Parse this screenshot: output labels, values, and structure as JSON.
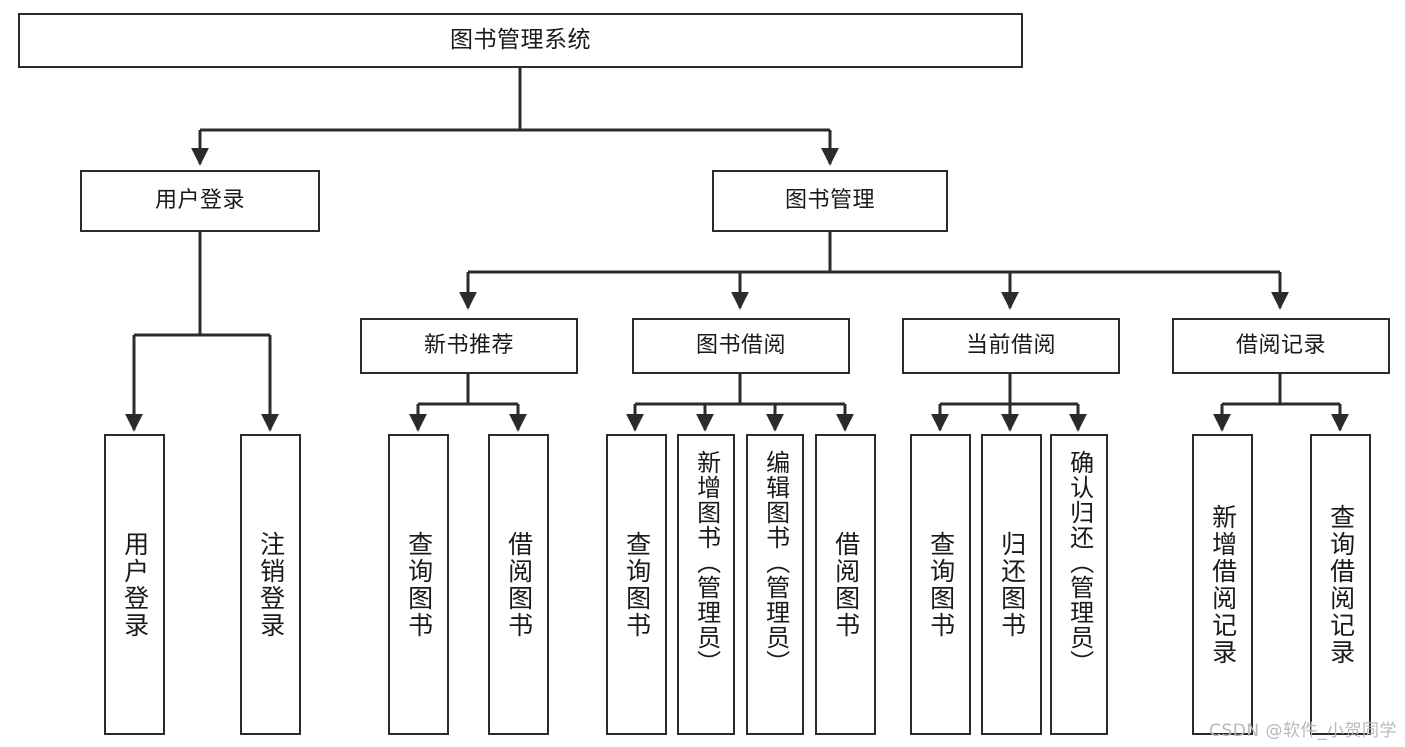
{
  "diagram": {
    "title": "图书管理系统",
    "type": "functional-structure-tree",
    "background": "#ffffff",
    "line_color": "#2b2b2b",
    "box_fill": "#ffffff",
    "box_border": "#2b2b2b",
    "watermark": "CSDN @软件_小贺同学"
  },
  "nodes": {
    "root": {
      "label": "图书管理系统"
    },
    "level2": [
      {
        "id": "user-login",
        "label": "用户登录"
      },
      {
        "id": "book-manage",
        "label": "图书管理"
      }
    ],
    "level3": [
      {
        "id": "new-book-recommend",
        "label": "新书推荐"
      },
      {
        "id": "book-borrow",
        "label": "图书借阅"
      },
      {
        "id": "current-borrow",
        "label": "当前借阅"
      },
      {
        "id": "borrow-record",
        "label": "借阅记录"
      }
    ],
    "leaves": {
      "user-login": [
        {
          "id": "leaf-user-login",
          "label": "用户登录"
        },
        {
          "id": "leaf-logout",
          "label": "注销登录"
        }
      ],
      "new-book-recommend": [
        {
          "id": "leaf-query-book-1",
          "label": "查询图书"
        },
        {
          "id": "leaf-borrow-book-1",
          "label": "借阅图书"
        }
      ],
      "book-borrow": [
        {
          "id": "leaf-query-book-2",
          "label": "查询图书"
        },
        {
          "id": "leaf-add-book",
          "label": "新增图书（管理员）"
        },
        {
          "id": "leaf-edit-book",
          "label": "编辑图书（管理员）"
        },
        {
          "id": "leaf-borrow-book-2",
          "label": "借阅图书"
        }
      ],
      "current-borrow": [
        {
          "id": "leaf-query-book-3",
          "label": "查询图书"
        },
        {
          "id": "leaf-return-book",
          "label": "归还图书"
        },
        {
          "id": "leaf-confirm-return",
          "label": "确认归还（管理员）"
        }
      ],
      "borrow-record": [
        {
          "id": "leaf-add-record",
          "label": "新增借阅记录"
        },
        {
          "id": "leaf-query-record",
          "label": "查询借阅记录"
        }
      ]
    }
  }
}
